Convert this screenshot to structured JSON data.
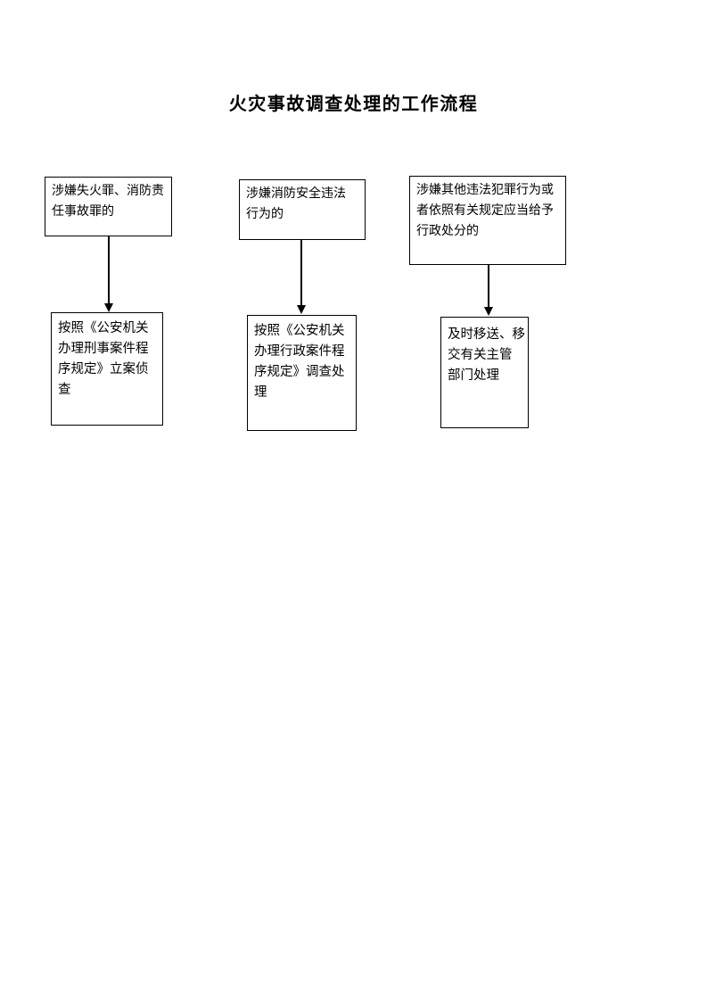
{
  "title": {
    "text": "火灾事故调查处理的工作流程"
  },
  "colors": {
    "background": "#ffffff",
    "border": "#000000",
    "text": "#000000",
    "arrow": "#000000"
  },
  "flowchart": {
    "columns": [
      {
        "top": {
          "text": "涉嫌失火罪、消防责任事故罪的",
          "lines": [
            "涉嫌失火罪、消防责",
            "任事故罪的"
          ]
        },
        "bottom": {
          "text": "按照《公安机关办理刑事案件程序规定》立案侦查",
          "lines": [
            "按照《公安机关",
            "办理刑事案件程",
            "序规定》立案侦",
            "查"
          ]
        }
      },
      {
        "top": {
          "text": "涉嫌消防安全违法行为的",
          "lines": [
            "涉嫌消防安全违法",
            "行为的"
          ]
        },
        "bottom": {
          "text": "按照《公安机关办理行政案件程序规定》调查处理",
          "lines": [
            "按照《公安机关",
            "办理行政案件程",
            "序规定》调查处",
            "理"
          ]
        }
      },
      {
        "top": {
          "text": "涉嫌其他违法犯罪行为或者依照有关规定应当给予行政处分的",
          "lines": [
            "涉嫌其他违法犯罪行为或",
            "者依照有关规定应当给予",
            "行政处分的"
          ]
        },
        "bottom": {
          "text": "及时移送、移交有关主管部门处理",
          "lines": [
            "及时移送、移",
            "交有关主管",
            "部门处理"
          ]
        }
      }
    ]
  }
}
